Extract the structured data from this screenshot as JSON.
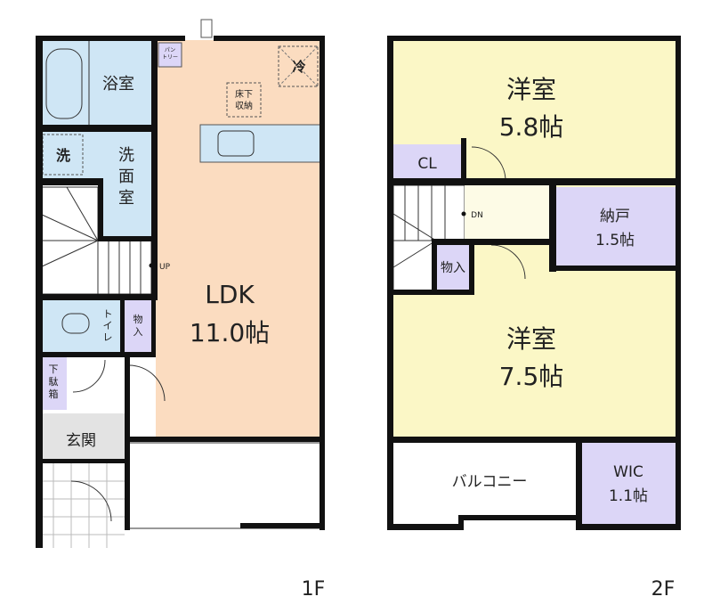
{
  "floor_1": {
    "label": "1F",
    "rooms": {
      "bath": "浴室",
      "pantry_1": "パン",
      "pantry_2": "トリー",
      "fridge": "冷",
      "underfloor_1": "床下",
      "underfloor_2": "収納",
      "washer": "洗",
      "washroom_1": "洗",
      "washroom_2": "面",
      "washroom_3": "室",
      "stairs_up": "UP",
      "ldk_name": "LDK",
      "ldk_size": "11.0帖",
      "toilet_1": "ト",
      "toilet_2": "イ",
      "toilet_3": "レ",
      "storage_1": "物",
      "storage_2": "入",
      "shoe_1": "下",
      "shoe_2": "駄",
      "shoe_3": "箱",
      "entrance": "玄関"
    }
  },
  "floor_2": {
    "label": "2F",
    "rooms": {
      "western_a_name": "洋室",
      "western_a_size": "5.8帖",
      "closet": "CL",
      "stairs_down": "DN",
      "storeroom_name": "納戸",
      "storeroom_size": "1.5帖",
      "storage": "物入",
      "western_b_name": "洋室",
      "western_b_size": "7.5帖",
      "balcony": "バルコニー",
      "wic_name": "WIC",
      "wic_size": "1.1帖"
    }
  },
  "colors": {
    "wet_area": "#cfe6f5",
    "ldk": "#fbdcc0",
    "western_room": "#fbf7c6",
    "storage": "#dcd6f7",
    "entrance": "#e3e3e3",
    "wall": "#111111"
  }
}
